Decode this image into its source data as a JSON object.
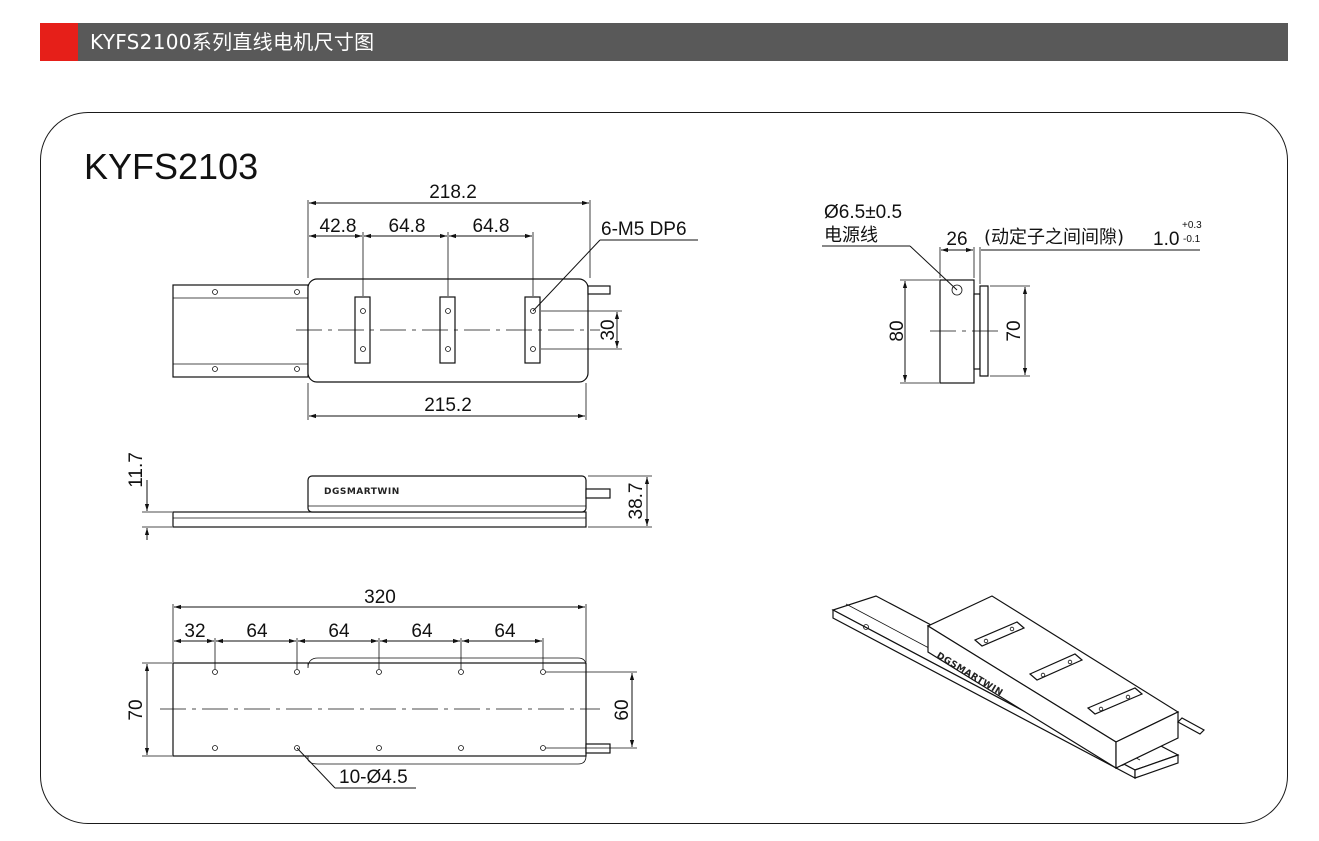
{
  "header": {
    "title": "KYFS2100系列直线电机尺寸图",
    "accent_color": "#e61f19",
    "bar_color": "#595959"
  },
  "drawing": {
    "model": "KYFS2103",
    "top_view": {
      "overall_dim": "218.2",
      "spacing_dims": [
        "42.8",
        "64.8",
        "64.8"
      ],
      "hole_note": "6-M5 DP6",
      "hole_pitch": "30",
      "base_dim": "215.2"
    },
    "side_view": {
      "height_small": "11.7",
      "height_total": "38.7",
      "brand": "DGSMARTWIN"
    },
    "bottom_view": {
      "overall_dim": "320",
      "spacing_dims": [
        "32",
        "64",
        "64",
        "64",
        "64"
      ],
      "width_dim": "70",
      "hole_pitch": "60",
      "hole_note": "10-Ø4.5"
    },
    "end_view": {
      "cable_dia": "Ø6.5±0.5",
      "cable_label": "电源线",
      "gap_dim": "26",
      "gap_note": "(动定子之间间隙)",
      "gap_value": "1.0",
      "gap_tol_upper": "+0.3",
      "gap_tol_lower": "-0.1",
      "height_left": "80",
      "height_right": "70"
    },
    "iso_view": {
      "brand": "DGSMARTWIN"
    }
  }
}
